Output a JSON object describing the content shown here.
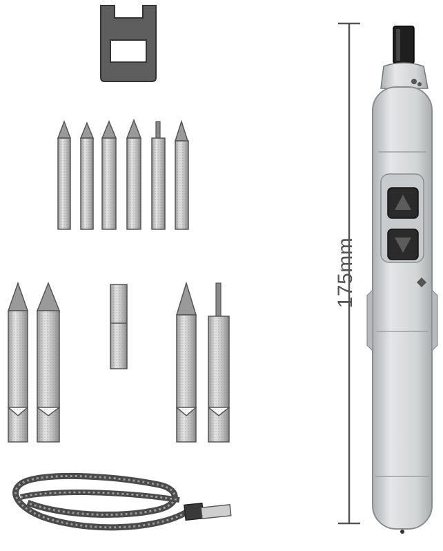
{
  "dimension": {
    "label": "175mm"
  },
  "colors": {
    "metal": "#c9c9c9",
    "metal_dark": "#7a7a7a",
    "body": "#d9dcdd",
    "body_shadow": "#b7bbbd",
    "button_face": "#2a2a2a",
    "cable": "#5a5a5a",
    "tip": "#1e1e1e"
  },
  "items": [
    "bit-holder-adapter",
    "short-bit-set",
    "long-bit-set",
    "usb-charging-cable",
    "electric-screwdriver"
  ]
}
